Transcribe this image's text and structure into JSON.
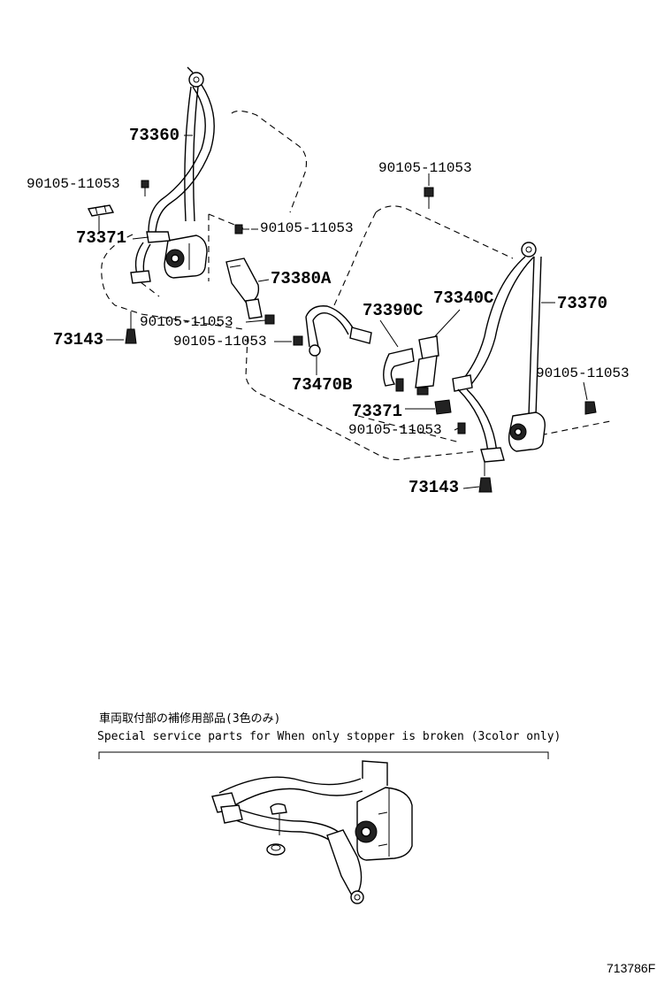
{
  "labels": {
    "p73360": "73360",
    "p90105_a": "90105-11053",
    "p73371_left": "73371",
    "p90105_b": "90105-11053",
    "p73380a": "73380A",
    "p90105_c": "90105-11053",
    "p73143_left": "73143",
    "p90105_d": "90105-11053",
    "p73470b": "73470B",
    "p90105_e": "90105-11053",
    "p73390c": "73390C",
    "p73340c": "73340C",
    "p73370": "73370",
    "p90105_f": "90105-11053",
    "p73371_right": "73371",
    "p90105_g": "90105-11053",
    "p73143_right": "73143"
  },
  "note": {
    "japanese": "車両取付部の補修用部品(3色のみ)",
    "english": "Special service parts for When only stopper is broken (3color only)"
  },
  "figure_code": "713786F"
}
